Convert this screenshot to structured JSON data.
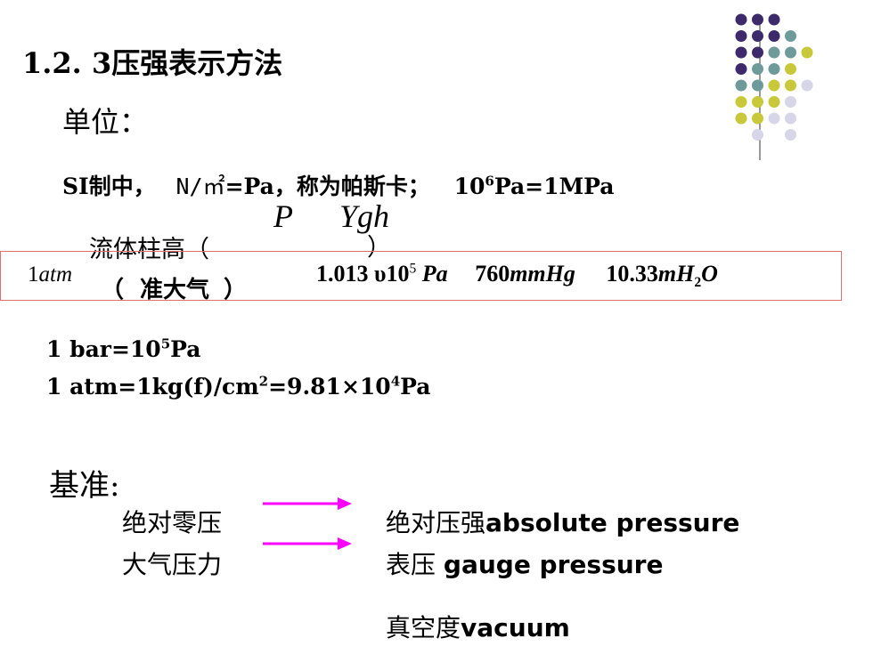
{
  "colors": {
    "purple": "#3d2a6b",
    "teal": "#6f9a9a",
    "olive": "#c8c83a",
    "lavender": "#d6d6e8",
    "arrow": "#ff00ff",
    "box_border": "#e07070"
  },
  "title": "1.2. 3压强表示方法",
  "unit_heading": "单位：",
  "si_line": {
    "prefix": "SI制中，",
    "unit": "N/㎡",
    "rest": "=Pa，称为帕斯卡；",
    "mpa_base": "10",
    "mpa_exp": "6",
    "mpa_rest": "Pa=1MPa"
  },
  "formula": {
    "P": "P",
    "Ygh": "Ygh"
  },
  "fluid_column": {
    "label": "流体柱高（",
    "close": "）"
  },
  "atm_box": {
    "atm_num": "1",
    "atm_unit": "atm",
    "std_open": "（",
    "std_label": "准大气",
    "std_close": "）",
    "val1": "1.013",
    "times": "υ",
    "ten": "10",
    "exp": "5",
    "pa": "Pa",
    "val2": "760",
    "mmhg": "mmHg",
    "val3": "10.33",
    "mh": "mH",
    "h2o_sub": "2",
    "o": "O"
  },
  "bar_line": {
    "text": "1 bar=10",
    "exp": "5",
    "pa": "Pa"
  },
  "atm_line": {
    "text": "1 atm=1kg(f)/cm",
    "exp1": "2",
    "mid": "=9.81×10",
    "exp2": "4",
    "pa": "Pa"
  },
  "reference": {
    "heading": "基准:",
    "row1_left": "绝对零压",
    "row1_right_cn": "绝对压强",
    "row1_right_en": "absolute   pressure",
    "row2_left": "大气压力",
    "row2_right_cn": "表压 ",
    "row2_right_en": "gauge pressure",
    "row3_cn": "真空度",
    "row3_en": "vacuum"
  }
}
